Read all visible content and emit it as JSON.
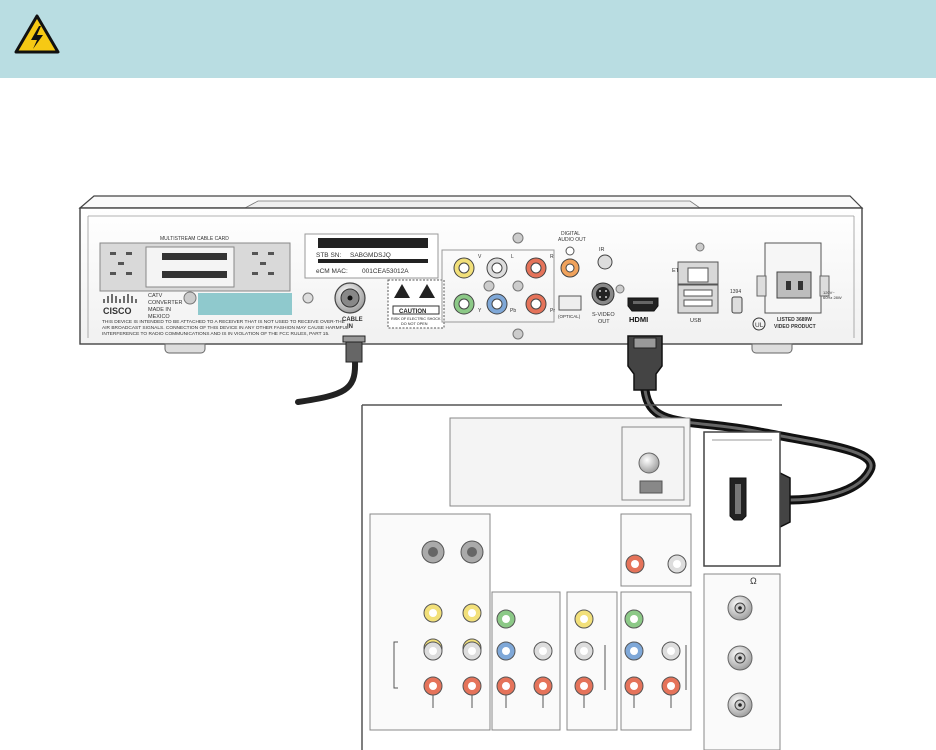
{
  "banner": {
    "color": "#b9dde2",
    "icon": "electrical-hazard-warning-icon"
  },
  "stb": {
    "card_slot_label": "MULTISTREAM CABLE CARD",
    "sticker_sn_label": "STB SN:",
    "sticker_sn_value": "SABGMDSJQ",
    "sticker_mac_label": "eCM MAC:",
    "sticker_mac_value": "001CEA53012A",
    "catv_label": "CATV",
    "converter_label": "CONVERTER",
    "made_in_label": "MADE IN",
    "country_label": "MEXICO",
    "brand": "CISCO",
    "fcc_line1": "THIS DEVICE IS INTENDED TO BE ATTACHED TO A RECEIVER THAT IS NOT USED TO RECEIVE OVER-THE",
    "fcc_line2": "AIR BROADCAST SIGNALS. CONNECTION OF THIS DEVICE IN ANY OTHER FASHION MAY CAUSE HARMFUL",
    "fcc_line3": "INTERFERENCE TO RADIO COMMUNICATIONS AND IS IN VIOLATION OF THE FCC RULES, PART 15.",
    "cable_in_label1": "CABLE",
    "cable_in_label2": "IN",
    "caution_label": "CAUTION",
    "caution_line1": "RISK OF ELECTRIC SHOCK",
    "caution_line2": "DO NOT OPEN",
    "audio_v": "V",
    "audio_l": "L",
    "audio_r": "R",
    "comp_y": "Y",
    "comp_pb": "Pb",
    "comp_pr": "Pr",
    "digital_audio_line1": "DIGITAL",
    "digital_audio_line2": "AUDIO OUT",
    "optical_label": "(OPTICAL)",
    "svideo_line1": "S-VIDEO",
    "svideo_line2": "OUT",
    "ir_label": "IR",
    "ethernet_label": "ETHERNET",
    "usb_label": "USB",
    "hdmi_label": "HDMI",
    "ieee1394_label": "1394",
    "power_rating_line1": "120V~",
    "power_rating_line2": "60Hz 28W",
    "listed_line1": "LISTED 3689W",
    "listed_line2": "VIDEO PRODUCT",
    "ul_label": "UL"
  },
  "tv": {
    "ohm_label": "Ω"
  }
}
